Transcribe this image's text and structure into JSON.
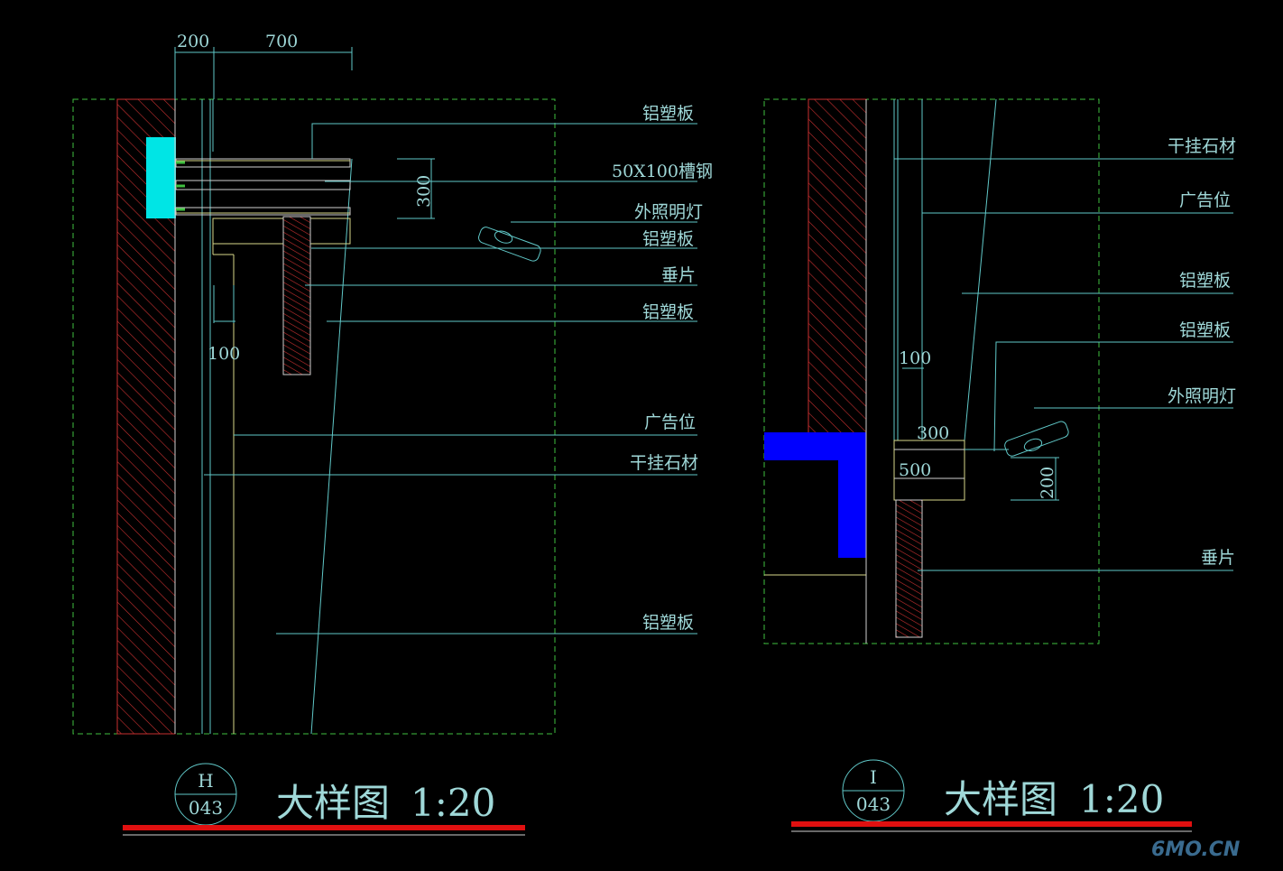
{
  "left_detail": {
    "dims": {
      "d200": "200",
      "d700": "700",
      "d300": "300",
      "d100": "100"
    },
    "labels": {
      "alu1": "铝塑板",
      "channel": "50X100槽钢",
      "light": "外照明灯",
      "alu2": "铝塑板",
      "vane": "垂片",
      "alu3": "铝塑板",
      "ad": "广告位",
      "stone": "干挂石材",
      "alu4": "铝塑板"
    },
    "symbol": {
      "letter": "H",
      "sheet": "043"
    },
    "title": "大样图",
    "scale": "1:20"
  },
  "right_detail": {
    "dims": {
      "d100": "100",
      "d300": "300",
      "d500": "500",
      "d200": "200"
    },
    "labels": {
      "stone": "干挂石材",
      "ad": "广告位",
      "alu1": "铝塑板",
      "alu2": "铝塑板",
      "light": "外照明灯",
      "vane": "垂片"
    },
    "symbol": {
      "letter": "I",
      "sheet": "043"
    },
    "title": "大样图",
    "scale": "1:20"
  },
  "watermark": "6MO.CN",
  "colors": {
    "background": "#000000",
    "line": "#60c8c8",
    "hatch": "#c83030",
    "title_bar": "#e01010",
    "blue_block": "#0000ff",
    "bracket": "#00ffff"
  }
}
